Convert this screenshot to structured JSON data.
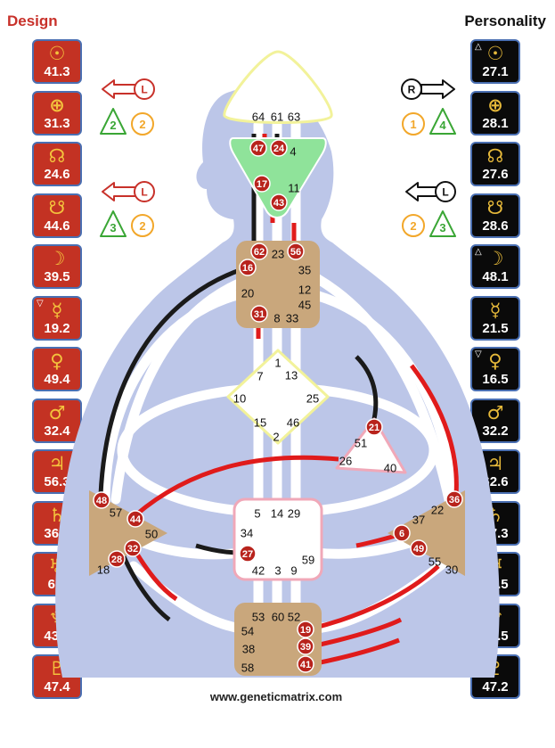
{
  "titles": {
    "design": "Design",
    "personality": "Personality"
  },
  "colors": {
    "design_red": "#c33223",
    "personality_black": "#0a0a0a",
    "planet_border": "#4a6fb2",
    "glyph_gold": "#f3c23d",
    "body_silhouette": "#bcc6e8",
    "center_defined": "#c9a77c",
    "center_throat_defined": "#c9a77c",
    "center_ajna": "#8fe39a",
    "center_head_border": "#f2f29a",
    "center_ego_border": "#f0a8b8",
    "line_red": "#e01b1b",
    "line_black": "#1a1a1a",
    "badge_green": "#3aa635",
    "badge_orange": "#f2a72a"
  },
  "design_planets": [
    {
      "name": "sun-icon",
      "symbol": "☉",
      "value": "41.3",
      "mark": ""
    },
    {
      "name": "earth-icon",
      "symbol": "⊕",
      "value": "31.3",
      "mark": ""
    },
    {
      "name": "north-node-icon",
      "symbol": "☊",
      "value": "24.6",
      "mark": ""
    },
    {
      "name": "south-node-icon",
      "symbol": "☋",
      "value": "44.6",
      "mark": ""
    },
    {
      "name": "moon-icon",
      "symbol": "☽",
      "value": "39.5",
      "mark": ""
    },
    {
      "name": "mercury-icon",
      "symbol": "☿",
      "value": "19.2",
      "mark": "▽"
    },
    {
      "name": "venus-icon",
      "symbol": "♀",
      "value": "49.4",
      "mark": ""
    },
    {
      "name": "mars-icon",
      "symbol": "♂",
      "value": "32.4",
      "mark": ""
    },
    {
      "name": "jupiter-icon",
      "symbol": "♃",
      "value": "56.3",
      "mark": ""
    },
    {
      "name": "saturn-icon",
      "symbol": "♄",
      "value": "36.4",
      "mark": ""
    },
    {
      "name": "uranus-icon",
      "symbol": "♅",
      "value": "6.2",
      "mark": ""
    },
    {
      "name": "neptune-icon",
      "symbol": "♆",
      "value": "43.6",
      "mark": ""
    },
    {
      "name": "pluto-icon",
      "symbol": "♇",
      "value": "47.4",
      "mark": ""
    }
  ],
  "personality_planets": [
    {
      "name": "sun-icon",
      "symbol": "☉",
      "value": "27.1",
      "mark": "△"
    },
    {
      "name": "earth-icon",
      "symbol": "⊕",
      "value": "28.1",
      "mark": ""
    },
    {
      "name": "north-node-icon",
      "symbol": "☊",
      "value": "27.6",
      "mark": ""
    },
    {
      "name": "south-node-icon",
      "symbol": "☋",
      "value": "28.6",
      "mark": ""
    },
    {
      "name": "moon-icon",
      "symbol": "☽",
      "value": "48.1",
      "mark": "△"
    },
    {
      "name": "mercury-icon",
      "symbol": "☿",
      "value": "21.5",
      "mark": ""
    },
    {
      "name": "venus-icon",
      "symbol": "♀",
      "value": "16.5",
      "mark": "▽"
    },
    {
      "name": "mars-icon",
      "symbol": "♂",
      "value": "32.2",
      "mark": ""
    },
    {
      "name": "jupiter-icon",
      "symbol": "♃",
      "value": "62.6",
      "mark": "△"
    },
    {
      "name": "saturn-icon",
      "symbol": "♄",
      "value": "17.3",
      "mark": ""
    },
    {
      "name": "uranus-icon",
      "symbol": "♅",
      "value": "47.5",
      "mark": ""
    },
    {
      "name": "neptune-icon",
      "symbol": "♆",
      "value": "43.5",
      "mark": ""
    },
    {
      "name": "pluto-icon",
      "symbol": "♇",
      "value": "47.2",
      "mark": ""
    }
  ],
  "variables": {
    "design_top_arrow": "L",
    "design_bottom_arrow": "L",
    "personality_top_arrow": "R",
    "personality_bottom_arrow": "L",
    "design_top_badges": [
      "2",
      "2"
    ],
    "design_bottom_badges": [
      "3",
      "2"
    ],
    "personality_top_badges": [
      "1",
      "4"
    ],
    "personality_bottom_badges": [
      "2",
      "3"
    ]
  },
  "centers": {
    "head": [
      "64",
      "61",
      "63"
    ],
    "ajna": {
      "plain": [
        "4",
        "11"
      ],
      "activated": [
        "47",
        "24",
        "17",
        "43"
      ]
    },
    "throat": {
      "plain": [
        "23",
        "35",
        "20",
        "12",
        "45",
        "8",
        "33"
      ],
      "activated": [
        "62",
        "56",
        "16",
        "31"
      ]
    },
    "g": [
      "1",
      "7",
      "13",
      "10",
      "25",
      "15",
      "46",
      "2"
    ],
    "ego": {
      "plain": [
        "51",
        "26",
        "40"
      ],
      "activated": [
        "21"
      ]
    },
    "sacral": {
      "plain": [
        "5",
        "14",
        "29",
        "34",
        "59",
        "42",
        "3",
        "9"
      ],
      "activated": [
        "27"
      ]
    },
    "spleen": {
      "plain": [
        "57",
        "50",
        "18"
      ],
      "activated": [
        "48",
        "44",
        "32",
        "28"
      ]
    },
    "solar_plexus": {
      "plain": [
        "22",
        "37",
        "55",
        "30"
      ],
      "activated": [
        "36",
        "6",
        "49"
      ]
    },
    "root": {
      "plain": [
        "53",
        "60",
        "52",
        "54",
        "38",
        "58"
      ],
      "activated": [
        "19",
        "39",
        "41"
      ]
    }
  },
  "website": "www.geneticmatrix.com"
}
